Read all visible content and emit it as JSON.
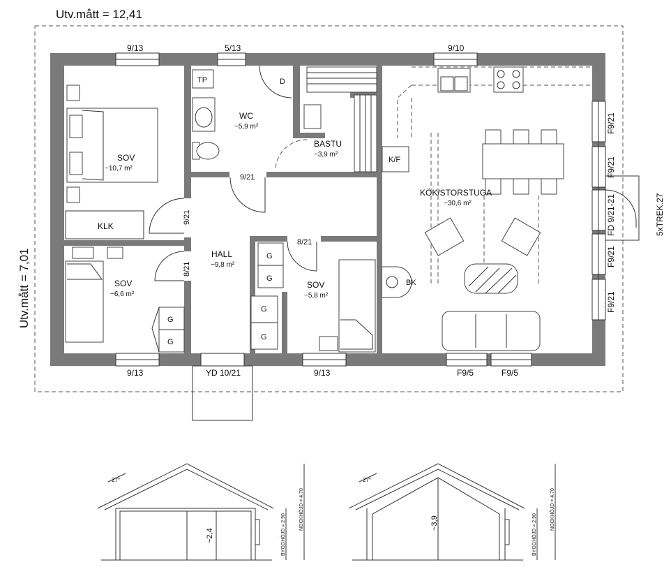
{
  "outer": {
    "width_label": "Utv.mått = 12,41",
    "height_label": "Utv.mått = 7,01"
  },
  "rooms": {
    "sov1": {
      "name": "SOV",
      "area": "~10,7 m²"
    },
    "klk": "KLK",
    "wc": {
      "name": "WC",
      "area": "~5,9 m²"
    },
    "tp": "TP",
    "d": "D",
    "bastu": {
      "name": "BASTU",
      "area": "~3,9 m²"
    },
    "kf": "K/F",
    "kok": {
      "name": "KÖK/STORSTUGA",
      "area": "~30,6 m²"
    },
    "hall": {
      "name": "HALL",
      "area": "~9,8 m²"
    },
    "sov2": {
      "name": "SOV",
      "area": "~6,6 m²"
    },
    "sov3": {
      "name": "SOV",
      "area": "~5,8 m²"
    },
    "bk": "BK",
    "g": "G"
  },
  "openings": {
    "top": [
      "9/13",
      "5/13",
      "9/10"
    ],
    "bottom": [
      "9/13",
      "YD 10/21",
      "9/13",
      "F9/5",
      "F9/5"
    ],
    "right": [
      "F9/21",
      "F9/21",
      "FD 9/21-21",
      "F9/21",
      "F9/21"
    ],
    "interior": [
      "9/21",
      "9/21",
      "8/21",
      "8/21"
    ],
    "terrace": "5xTREK.27"
  },
  "sections": {
    "left": {
      "pitch": "27°",
      "inner_height": "~2,4",
      "byggh": "BYGGHÖJD = 2.90",
      "nockh": "NOCKHÖJD = 4.70"
    },
    "right": {
      "pitch": "27°",
      "inner_height": "~3,9",
      "byggh": "BYGGHÖJD = 2.90",
      "nockh": "NOCKHÖJD = 4.70"
    }
  }
}
